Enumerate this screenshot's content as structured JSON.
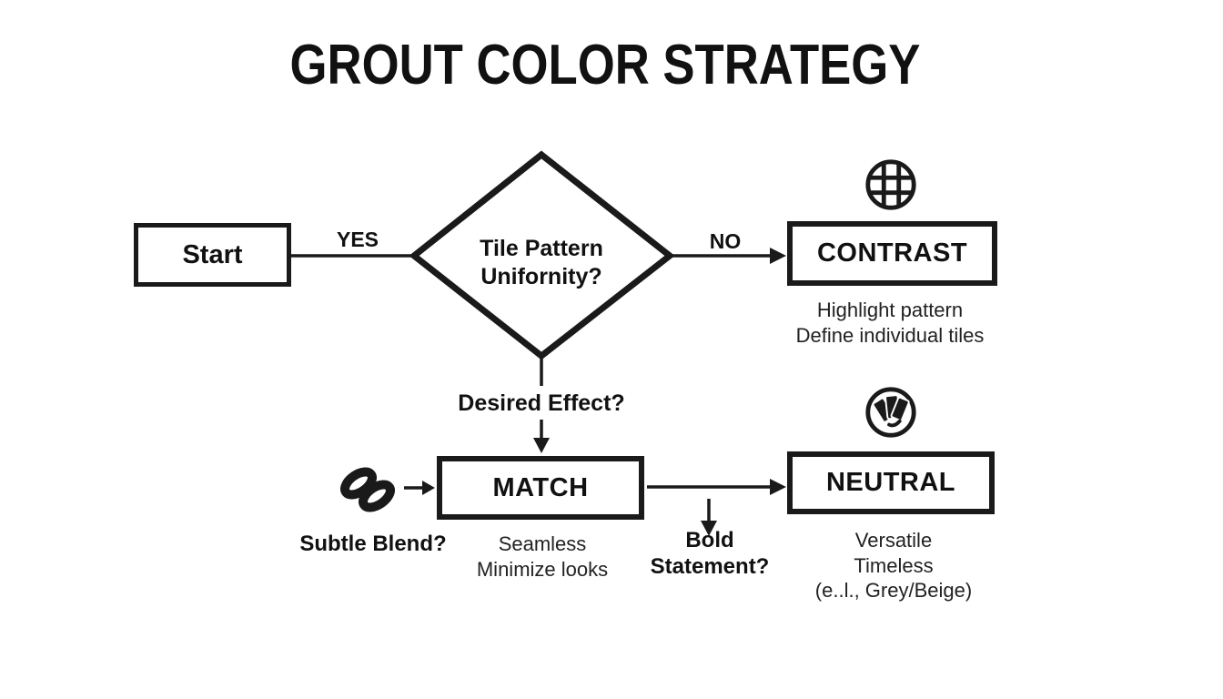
{
  "title": "GROUT COLOR STRATEGY",
  "colors": {
    "ink": "#1a1a1a",
    "background": "#ffffff"
  },
  "nodes": {
    "start": {
      "label": "Start"
    },
    "decision": {
      "line1": "Tile Pattern",
      "line2": "Unifornity?"
    },
    "contrast": {
      "label": "CONTRAST",
      "desc1": "Highlight pattern",
      "desc2": "Define individual tiles"
    },
    "match": {
      "label": "MATCH",
      "desc1": "Seamless",
      "desc2": "Minimize looks"
    },
    "neutral": {
      "label": "NEUTRAL",
      "desc1": "Versatile",
      "desc2": "Timeless",
      "desc3": "(e..l., Grey/Beige)"
    }
  },
  "labels": {
    "yes": "YES",
    "no": "NO",
    "desired_effect": "Desired Effect?",
    "subtle_blend": "Subtle Blend?",
    "bold_line1": "Bold",
    "bold_line2": "Statement?"
  },
  "icons": {
    "contrast": "tile-grid-icon",
    "neutral": "swatch-fan-icon",
    "match": "interlock-blend-icon"
  }
}
